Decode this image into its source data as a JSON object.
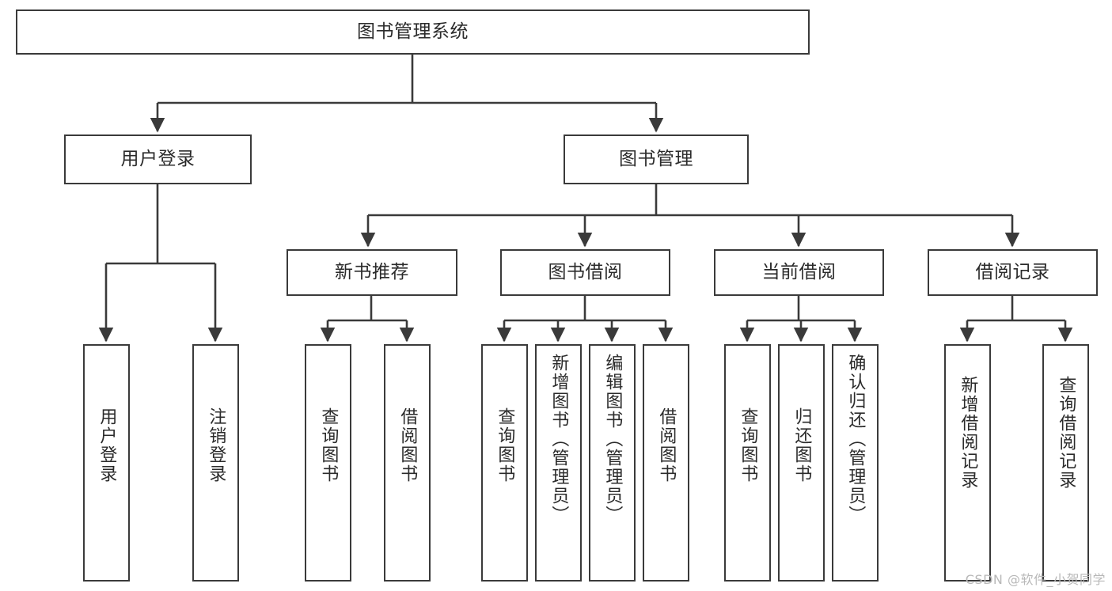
{
  "diagram": {
    "title": "图书管理系统",
    "type": "tree-hierarchy-diagram",
    "colors": {
      "node_border": "#3a3a3a",
      "node_fill": "#ffffff",
      "edge": "#3a3a3a",
      "text": "#2b2b2b",
      "watermark": "#b8b8b8",
      "background": "#ffffff"
    },
    "nodes": {
      "root": {
        "label": "图书管理系统",
        "orientation": "horizontal"
      },
      "level1": [
        {
          "id": "user-login",
          "label": "用户登录",
          "orientation": "horizontal"
        },
        {
          "id": "book-management",
          "label": "图书管理",
          "orientation": "horizontal"
        }
      ],
      "level2": [
        {
          "id": "new-book-recommend",
          "label": "新书推荐",
          "orientation": "horizontal"
        },
        {
          "id": "book-borrow",
          "label": "图书借阅",
          "orientation": "horizontal"
        },
        {
          "id": "current-borrow",
          "label": "当前借阅",
          "orientation": "horizontal"
        },
        {
          "id": "borrow-record",
          "label": "借阅记录",
          "orientation": "horizontal"
        }
      ],
      "leaves": {
        "user-login": [
          {
            "id": "leaf-user-login",
            "label": "用户登录",
            "orientation": "vertical"
          },
          {
            "id": "leaf-logout",
            "label": "注销登录",
            "orientation": "vertical"
          }
        ],
        "new-book-recommend": [
          {
            "id": "leaf-query-book-1",
            "label": "查询图书",
            "orientation": "vertical"
          },
          {
            "id": "leaf-borrow-book-1",
            "label": "借阅图书",
            "orientation": "vertical"
          }
        ],
        "book-borrow": [
          {
            "id": "leaf-query-book-2",
            "label": "查询图书",
            "orientation": "vertical"
          },
          {
            "id": "leaf-add-book",
            "label": "新增图书（管理员）",
            "orientation": "vertical"
          },
          {
            "id": "leaf-edit-book",
            "label": "编辑图书（管理员）",
            "orientation": "vertical"
          },
          {
            "id": "leaf-borrow-book-2",
            "label": "借阅图书",
            "orientation": "vertical"
          }
        ],
        "current-borrow": [
          {
            "id": "leaf-query-book-3",
            "label": "查询图书",
            "orientation": "vertical"
          },
          {
            "id": "leaf-return-book",
            "label": "归还图书",
            "orientation": "vertical"
          },
          {
            "id": "leaf-confirm-return",
            "label": "确认归还（管理员）",
            "orientation": "vertical"
          }
        ],
        "borrow-record": [
          {
            "id": "leaf-add-record",
            "label": "新增借阅记录",
            "orientation": "vertical"
          },
          {
            "id": "leaf-query-record",
            "label": "查询借阅记录",
            "orientation": "vertical"
          }
        ]
      }
    }
  },
  "watermark": {
    "text": "CSDN @软件_小贺同学"
  }
}
